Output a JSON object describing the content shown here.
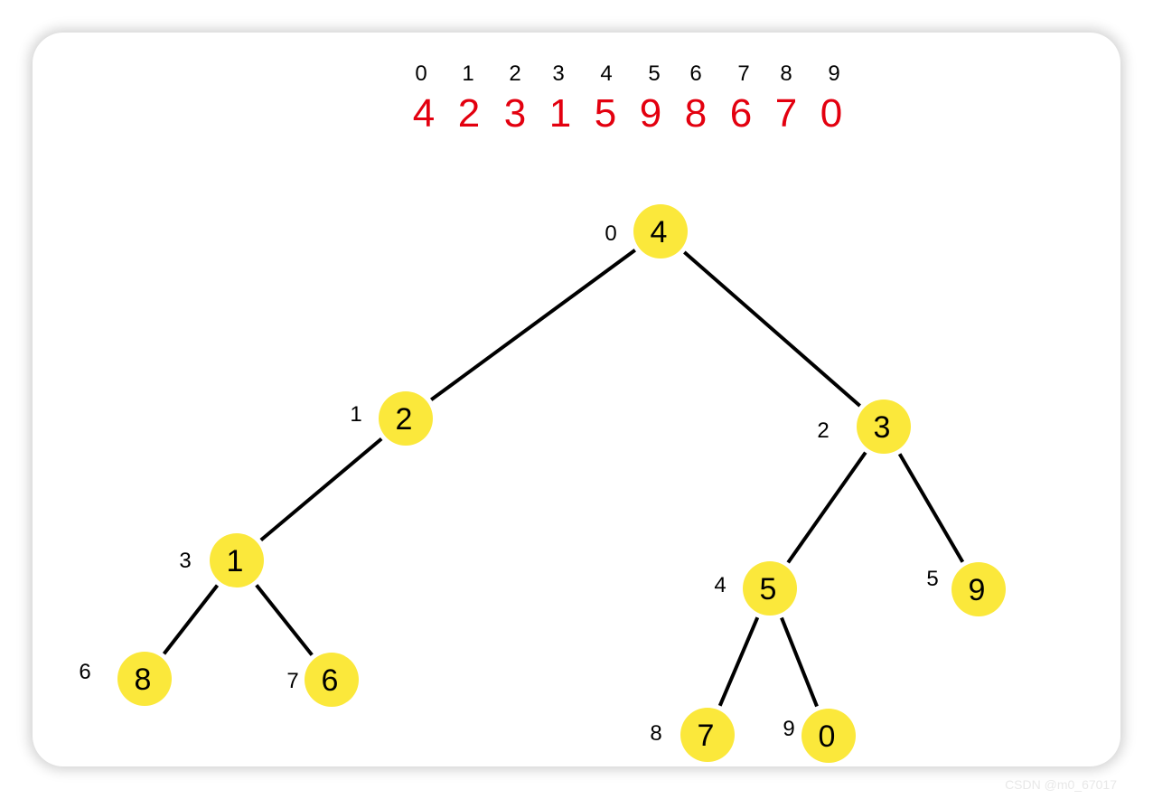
{
  "array": {
    "indices": [
      "0",
      "1",
      "2",
      "3",
      "4",
      "5",
      "6",
      "7",
      "8",
      "9"
    ],
    "values": [
      "4",
      "2",
      "3",
      "1",
      "5",
      "9",
      "8",
      "6",
      "7",
      "0"
    ],
    "value_color": "#e3000f"
  },
  "tree": {
    "node_color": "#fbe83b",
    "nodes": [
      {
        "index": "0",
        "value": "4"
      },
      {
        "index": "1",
        "value": "2"
      },
      {
        "index": "2",
        "value": "3"
      },
      {
        "index": "3",
        "value": "1"
      },
      {
        "index": "4",
        "value": "5"
      },
      {
        "index": "5",
        "value": "9"
      },
      {
        "index": "6",
        "value": "8"
      },
      {
        "index": "7",
        "value": "6"
      },
      {
        "index": "8",
        "value": "7"
      },
      {
        "index": "9",
        "value": "0"
      }
    ],
    "edges": [
      [
        0,
        1
      ],
      [
        0,
        2
      ],
      [
        1,
        3
      ],
      [
        2,
        4
      ],
      [
        2,
        5
      ],
      [
        3,
        6
      ],
      [
        3,
        7
      ],
      [
        4,
        8
      ],
      [
        4,
        9
      ]
    ]
  },
  "watermark": "CSDN @m0_67017"
}
